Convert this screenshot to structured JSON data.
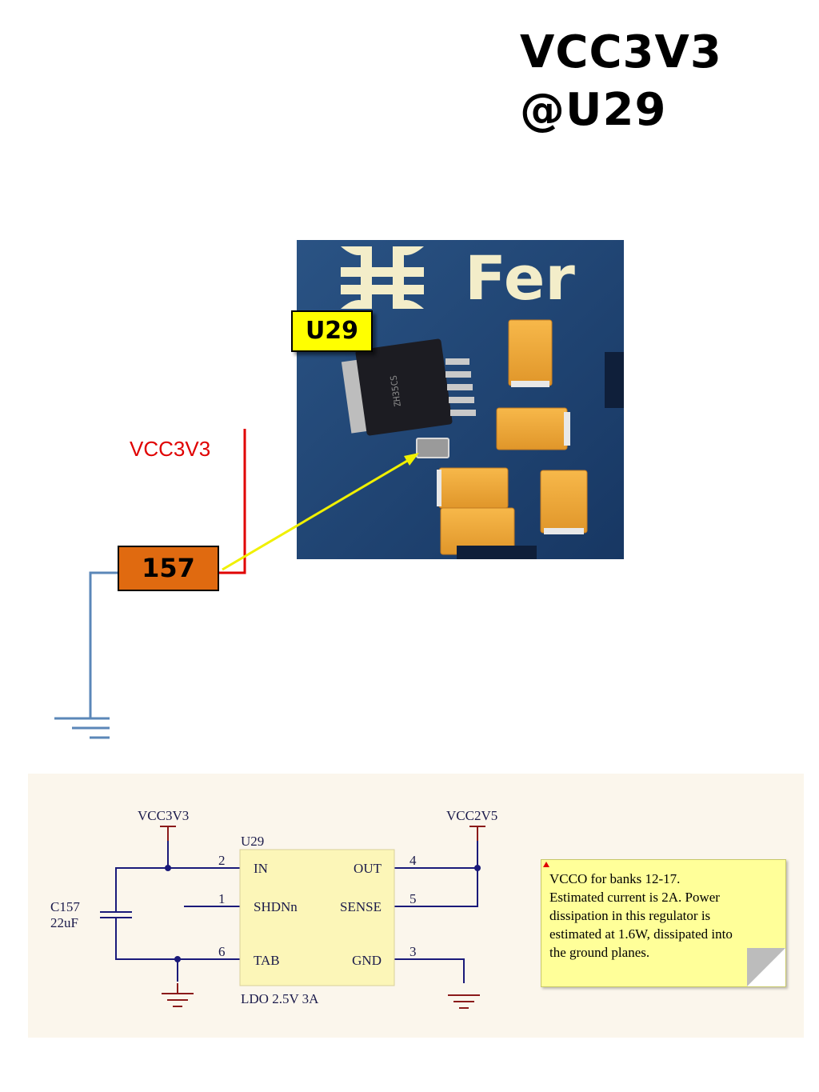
{
  "title": {
    "line1": "VCC3V3",
    "line2": "@U29"
  },
  "board_photo": {
    "silk_text": "Fer",
    "chip_marking": "ZH35CS"
  },
  "callouts": {
    "u29": "U29",
    "net": "VCC3V3",
    "capacitor": "157"
  },
  "schematic": {
    "nets": {
      "input": "VCC3V3",
      "output": "VCC2V5"
    },
    "refdes": "U29",
    "part_value": "LDO 2.5V 3A",
    "capacitor": {
      "name": "C157",
      "value": "22uF"
    },
    "pins": [
      {
        "number": "2",
        "name": "IN"
      },
      {
        "number": "1",
        "name": "SHDNn"
      },
      {
        "number": "6",
        "name": "TAB"
      },
      {
        "number": "4",
        "name": "OUT"
      },
      {
        "number": "5",
        "name": "SENSE"
      },
      {
        "number": "3",
        "name": "GND"
      }
    ]
  },
  "note": {
    "lines": [
      "VCCO for banks 12-17.",
      "Estimated current is 2A.  Power",
      "dissipation in this regulator is",
      "estimated at 1.6W, dissipated into",
      "the ground planes."
    ]
  },
  "colors": {
    "vcc_wire": "#e00000",
    "gnd_wire": "#5b87b8",
    "pointer_arrow": "#f0f000",
    "u29_callout": "#ffff00",
    "cap_callout": "#e06a10",
    "pcb": "#1d3f6e",
    "schematic_wire": "#1a1a7a",
    "power_symbol": "#8b1a1a",
    "chip_body": "#fcf6b8",
    "note_bg": "#ffff99"
  }
}
